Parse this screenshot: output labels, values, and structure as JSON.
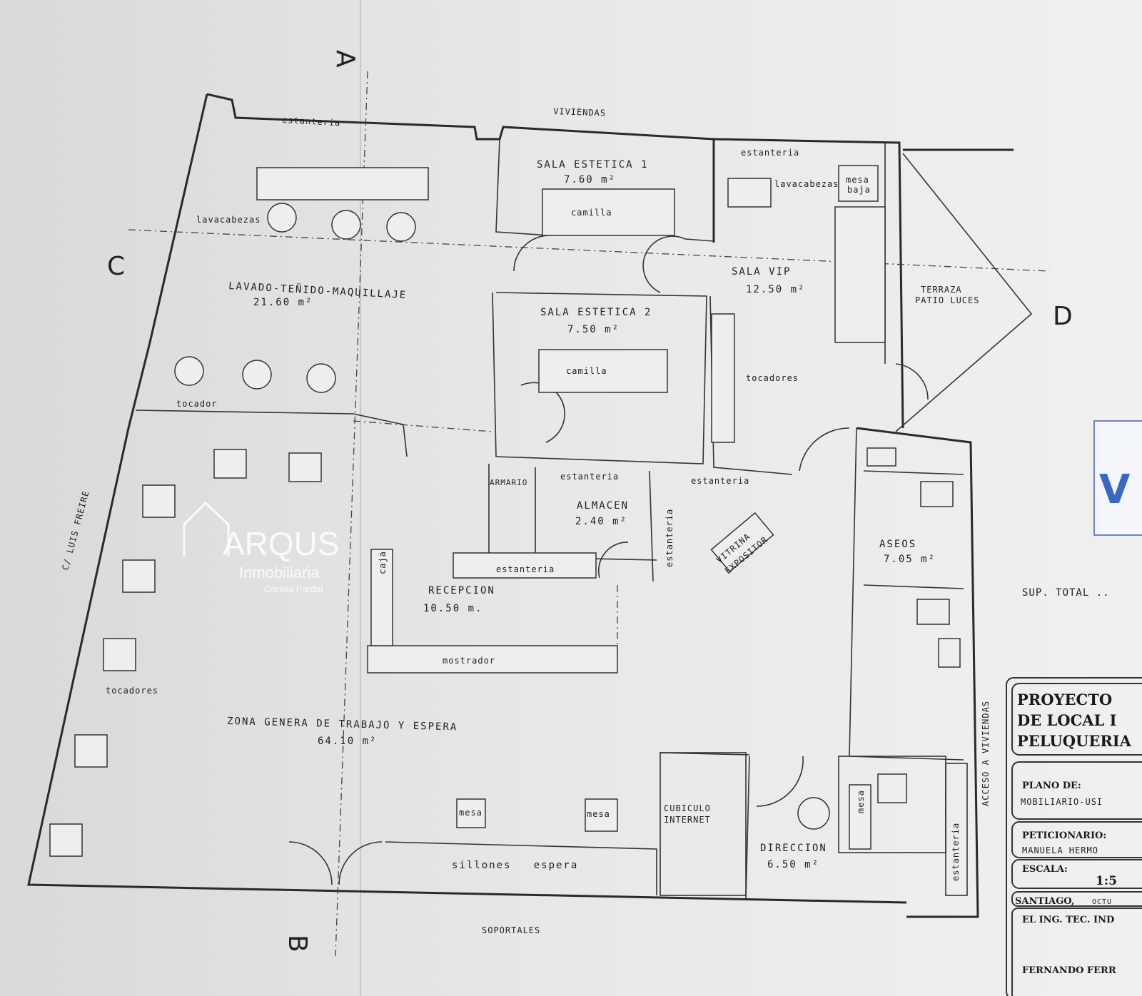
{
  "sections": {
    "a": "A",
    "b": "B",
    "c": "C",
    "d": "D"
  },
  "streets": {
    "top": "VIVIENDAS",
    "bottom": "SOPORTALES",
    "left": "C/ LUIS FREIRE",
    "right": "ACCESO A VIVIENDAS"
  },
  "rooms": {
    "lavado": {
      "name": "LAVADO-TEÑIDO-MAQUILLAJE",
      "area": "21.60 m²"
    },
    "estetica1": {
      "name": "SALA ESTETICA 1",
      "area": "7.60 m²"
    },
    "estetica2": {
      "name": "SALA ESTETICA 2",
      "area": "7.50 m²"
    },
    "vip": {
      "name": "SALA VIP",
      "area": "12.50 m²"
    },
    "terraza": {
      "name": "TERRAZA",
      "sub": "PATIO LUCES"
    },
    "almacen": {
      "name": "ALMACEN",
      "area": "2.40 m²"
    },
    "aseos": {
      "name": "ASEOS",
      "area": "7.05 m²"
    },
    "recepcion": {
      "name": "RECEPCION",
      "area": "10.50 m."
    },
    "zona": {
      "name": "ZONA GENERA DE TRABAJO Y ESPERA",
      "area": "64.10 m²"
    },
    "direccion": {
      "name": "DIRECCION",
      "area": "6.50 m²"
    },
    "cubiculo": {
      "name": "CUBICULO",
      "sub": "INTERNET"
    }
  },
  "furniture": {
    "estanteria": "estanteria",
    "lavacabezas": "lavacabezas",
    "camilla": "camilla",
    "mesa_baja_1": "mesa",
    "mesa_baja_2": "baja",
    "tocadores": "tocadores",
    "tocador": "tocador",
    "armario": "ARMARIO",
    "vitrina_1": "VITRINA",
    "vitrina_2": "EXPOSITOR",
    "caja": "caja",
    "mostrador": "mostrador",
    "mesa": "mesa",
    "sillones": "sillones   espera"
  },
  "sup_total": "SUP. TOTAL ..",
  "title_block": {
    "proyecto_1": "PROYECTO",
    "proyecto_2": "DE LOCAL I",
    "proyecto_3": "PELUQUERIA",
    "plano_label": "PLANO DE:",
    "plano_value": "MOBILIARIO-USI",
    "peticionario_label": "PETICIONARIO:",
    "peticionario_value": "MANUELA  HERMO",
    "escala_label": "ESCALA:",
    "escala_value": "1:5",
    "lugar": "SANTIAGO,",
    "fecha": "OCTU",
    "ingeniero_label": "EL ING. TEC. IND",
    "ingeniero_name": "FERNANDO FERR"
  },
  "watermark": {
    "brand": "ARQUS",
    "line2": "Inmobiliaria",
    "line3": "Coralia Pardal"
  },
  "logo_partial": "V"
}
